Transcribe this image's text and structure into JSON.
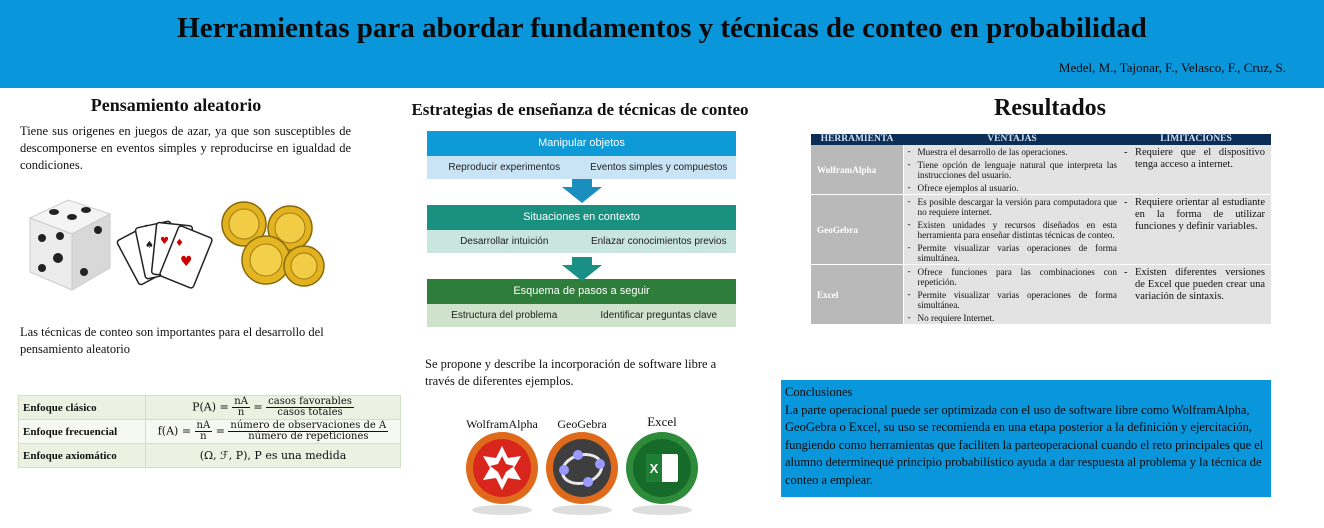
{
  "header": {
    "title": "Herramientas para abordar fundamentos y técnicas de conteo en probabilidad",
    "authors": "Medel, M., Tajonar, F., Velasco, F., Cruz, S."
  },
  "left": {
    "heading": "Pensamiento aleatorio",
    "intro": "Tiene sus origenes en juegos de azar, ya que son susceptibles de descomponerse en eventos simples y reproducirse en igualdad de condiciones.",
    "images": {
      "dice": "dice-icon",
      "cards": "playing-cards-icon",
      "coins": "gold-coins-icon"
    },
    "importance": "Las técnicas de conteo son importantes para el desarrollo del pensamiento aleatorio",
    "approaches": [
      {
        "label": "Enfoque clásico",
        "lhs": "P(A) =",
        "num1": "nA",
        "den1": "n",
        "num2": "casos favorables",
        "den2": "casos totales"
      },
      {
        "label": "Enfoque frecuencial",
        "lhs": "f(A) =",
        "num1": "nA",
        "den1": "n",
        "num2": "número de observaciones de A",
        "den2": "número de repeticiones"
      },
      {
        "label": "Enfoque axiomático",
        "formula": "(Ω, ℱ, P), P es una medida"
      }
    ]
  },
  "middle": {
    "heading": "Estrategias de enseñanza de técnicas de conteo",
    "steps": [
      {
        "title": "Manipular objetos",
        "left": "Reproducir experimentos",
        "right": "Eventos simples y compuestos"
      },
      {
        "title": "Situaciones en contexto",
        "left": "Desarrollar intuición",
        "right": "Enlazar conocimientos previos"
      },
      {
        "title": "Esquema de pasos a seguir",
        "left": "Estructura del problema",
        "right": "Identificar preguntas clave"
      }
    ],
    "proposal": "Se propone y describe la incorporación de software libre a través de diferentes ejemplos.",
    "software": [
      "WolframAlpha",
      "GeoGebra",
      "Excel"
    ]
  },
  "right": {
    "heading": "Resultados",
    "columns": [
      "HERRAMIENTA",
      "VENTAJAS",
      "LIMITACIONES"
    ],
    "tools": [
      {
        "name": "WolframAlpha",
        "ventajas": [
          "Muestra el desarrollo de las operaciones.",
          "Tiene opción de lenguaje natural que interpreta las instrucciones del usuario.",
          "Ofrece ejemplos al usuario."
        ],
        "limitacion": "Requiere que el dispositivo tenga acceso a internet."
      },
      {
        "name": "GeoGebra",
        "ventajas": [
          "Es posible descargar la versión para computadora que no requiere internet.",
          "Existen unidades y recursos diseñados en esta herramienta para enseñar distintas técnicas de conteo.",
          "Permite visualizar varias operaciones de forma simultánea."
        ],
        "limitacion": "Requiere orientar al estudiante en la forma de utilizar funciones y definir variables."
      },
      {
        "name": "Excel",
        "ventajas": [
          "Ofrece funciones para las combinaciones con repetición.",
          "Permite visualizar varias operaciones de forma simultánea.",
          "No requiere Internet."
        ],
        "limitacion": "Existen diferentes versiones de Excel que pueden crear una variación de sintaxis."
      }
    ],
    "conclusions_title": "Conclusiones",
    "conclusions_text": "La parte operacional puede ser optimizada con el uso de software libre como WolframAlpha, GeoGebra o Excel, su uso se recomienda en una etapa posterior a la definición y ejercitación, fungiendo como herramientas que faciliten la parteoperacional cuando el reto principales que el alumno determinequé principio probabilístico ayuda a dar respuesta al problema y la técnica de conteo a emplear."
  },
  "colors": {
    "header": "#0996db",
    "flow_head_blue": "#0e9ad7",
    "flow_head_teal": "#1a9180",
    "flow_head_green": "#2f7d3a",
    "table_head": "#0c2d55"
  }
}
